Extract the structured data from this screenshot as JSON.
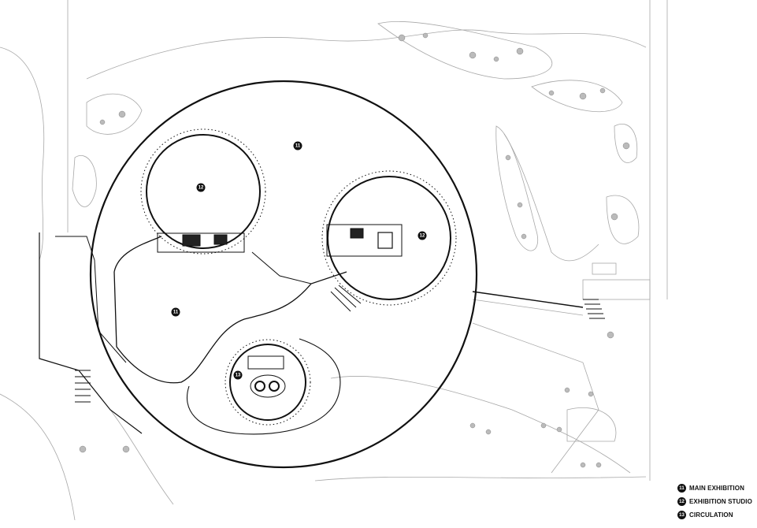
{
  "plan": {
    "markers": [
      {
        "id": "11",
        "room": "main-exhibition"
      },
      {
        "id": "11",
        "room": "main-exhibition"
      },
      {
        "id": "12",
        "room": "exhibition-studio"
      },
      {
        "id": "12",
        "room": "exhibition-studio"
      },
      {
        "id": "13",
        "room": "circulation"
      }
    ]
  },
  "legend": [
    {
      "num": "11",
      "label": "MAIN EXHIBITION"
    },
    {
      "num": "12",
      "label": "EXHIBITION STUDIO"
    },
    {
      "num": "13",
      "label": "CIRCULATION"
    }
  ],
  "colors": {
    "line": "#111111",
    "faint": "#9a9a9a",
    "background": "#ffffff"
  }
}
